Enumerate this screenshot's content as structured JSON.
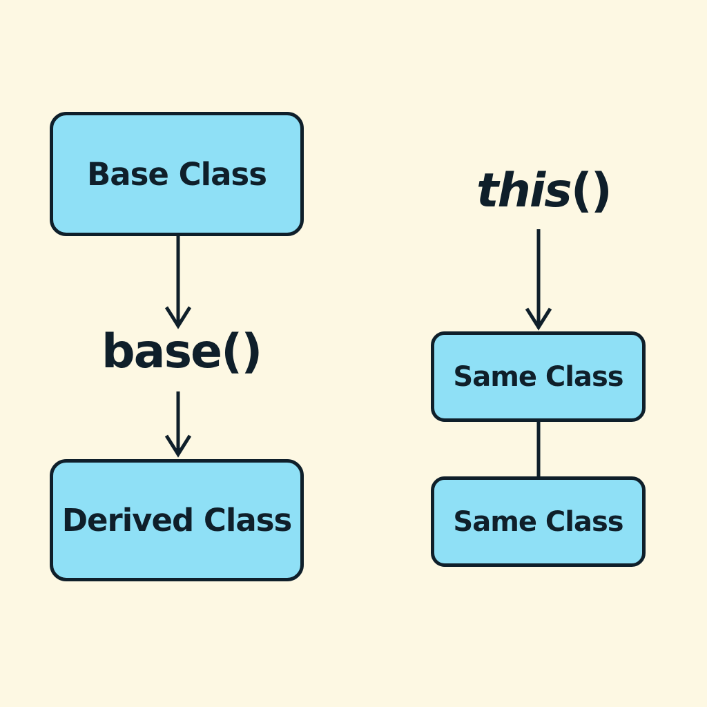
{
  "left": {
    "top_box": "Base Class",
    "call": "base()",
    "bottom_box": "Derived Class"
  },
  "right": {
    "call_keyword": "this",
    "call_parens": "()",
    "top_box": "Same Class",
    "bottom_box": "Same Class"
  },
  "colors": {
    "background": "#fdf8e3",
    "box_fill": "#8fe0f6",
    "stroke": "#0f1f2a"
  }
}
